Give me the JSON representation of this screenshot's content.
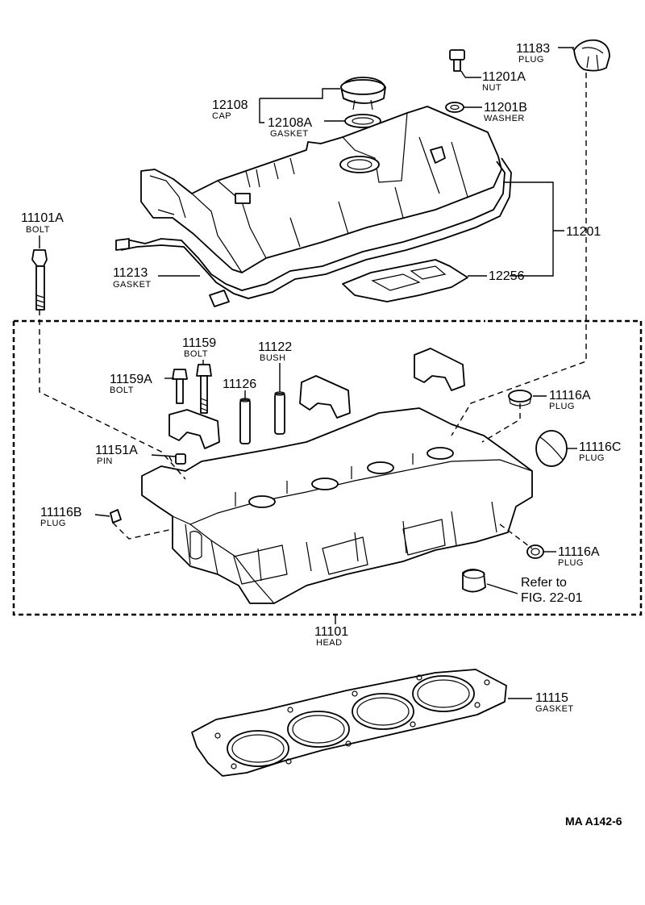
{
  "parts": {
    "p11183": {
      "number": "11183",
      "name": "PLUG"
    },
    "p11201A": {
      "number": "11201A",
      "name": "NUT"
    },
    "p12108": {
      "number": "12108",
      "name": "CAP"
    },
    "p12108A": {
      "number": "12108A",
      "name": "GASKET"
    },
    "p11201B": {
      "number": "11201B",
      "name": "WASHER"
    },
    "p11201": {
      "number": "11201"
    },
    "p11101A": {
      "number": "11101A",
      "name": "BOLT"
    },
    "p11213": {
      "number": "11213",
      "name": "GASKET"
    },
    "p12256": {
      "number": "12256"
    },
    "p11159": {
      "number": "11159",
      "name": "BOLT"
    },
    "p11122": {
      "number": "11122",
      "name": "BUSH"
    },
    "p11159A": {
      "number": "11159A",
      "name": "BOLT"
    },
    "p11126": {
      "number": "11126"
    },
    "p11116A_top": {
      "number": "11116A",
      "name": "PLUG"
    },
    "p11151A": {
      "number": "11151A",
      "name": "PIN"
    },
    "p11116C": {
      "number": "11116C",
      "name": "PLUG"
    },
    "p11116B": {
      "number": "11116B",
      "name": "PLUG"
    },
    "p11116A_bot": {
      "number": "11116A",
      "name": "PLUG"
    },
    "p11101": {
      "number": "11101",
      "name": "HEAD"
    },
    "p11115": {
      "number": "11115",
      "name": "GASKET"
    }
  },
  "reference": {
    "line1": "Refer to",
    "line2": "FIG. 22-01"
  },
  "figure_code": "MA A142-6"
}
